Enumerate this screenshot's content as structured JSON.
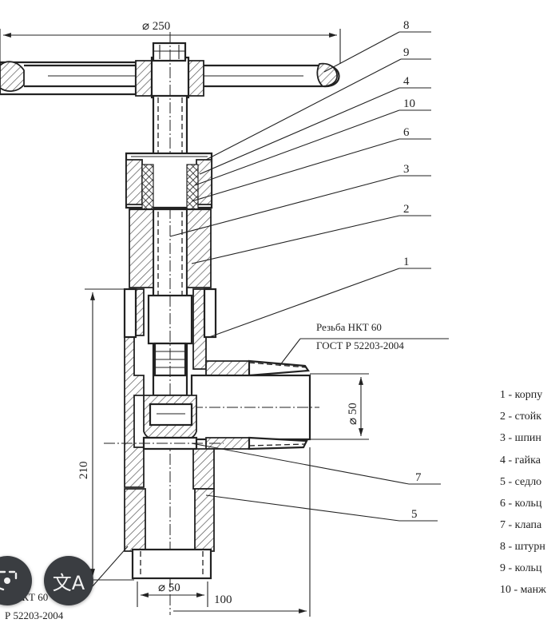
{
  "dimensions": {
    "handwheel_diameter": "⌀ 250",
    "outlet_diameter": "⌀ 50",
    "bottom_diameter": "⌀ 50",
    "height": "210",
    "side_offset": "100"
  },
  "callouts": [
    "8",
    "9",
    "4",
    "10",
    "6",
    "3",
    "2",
    "1",
    "7",
    "5"
  ],
  "thread_note_outlet": {
    "line1": "Резьба НКТ 60",
    "line2": "ГОСТ Р 52203-2004"
  },
  "thread_note_bottom": {
    "line1": "НКТ 60",
    "line2": "Р 52203-2004"
  },
  "legend": [
    "1 - корпу",
    "2 - стойк",
    "3 - шпин",
    "4 - гайка",
    "5 - седло",
    "6 - кольц",
    "7 - клапа",
    "8 - штурн",
    "9 - кольц",
    "10 - манж"
  ],
  "overlay": {
    "lens_icon": "lens-icon",
    "translate_icon": "translate-icon",
    "translate_glyph": "文A"
  }
}
